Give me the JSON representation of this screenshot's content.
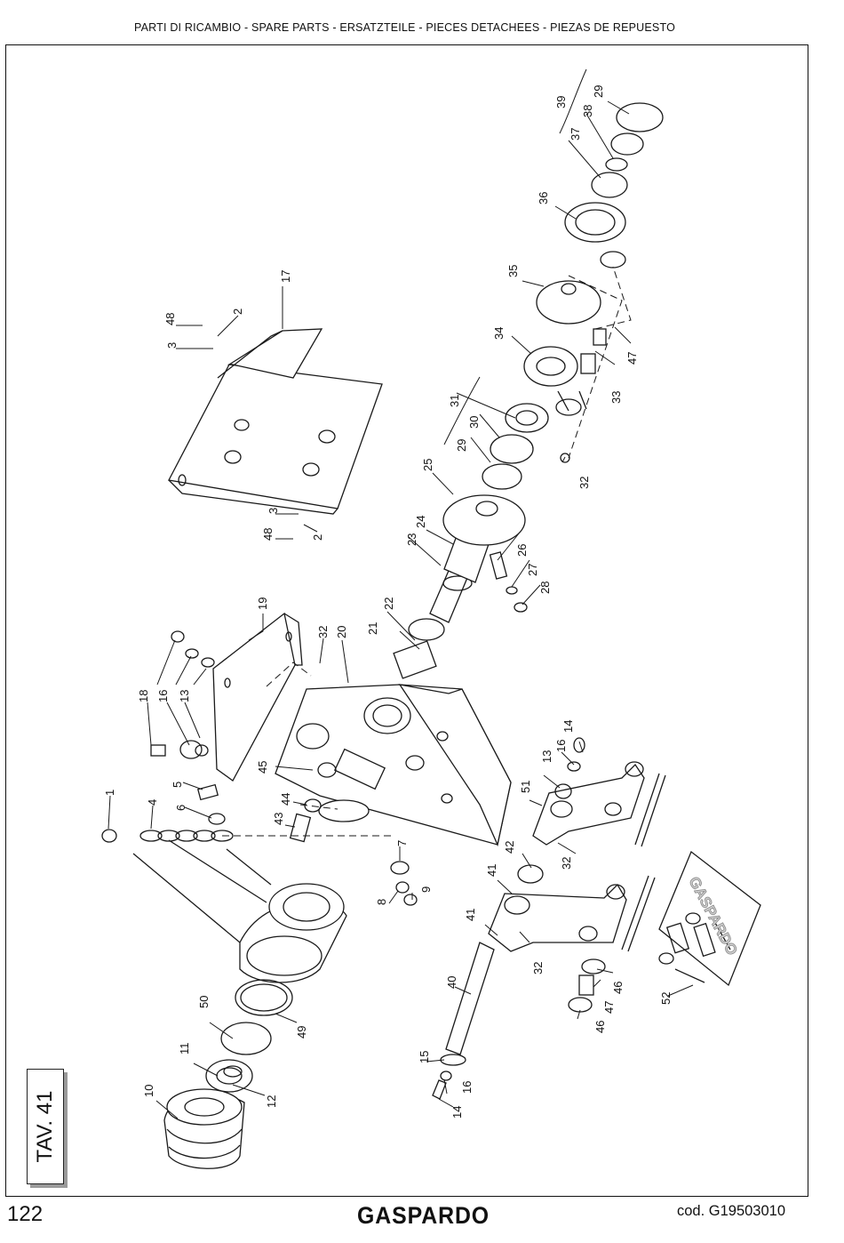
{
  "header": "PARTI DI RICAMBIO - SPARE PARTS - ERSATZTEILE - PIECES DETACHEES - PIEZAS DE REPUESTO",
  "table_label": "TAV. 41",
  "footer": {
    "page_number": "122",
    "brand": "GASPARDO",
    "code": "cod.  G19503010"
  },
  "kit_watermark": "GASPARDO",
  "part_labels": [
    "1",
    "2",
    "3",
    "4",
    "5",
    "6",
    "7",
    "8",
    "9",
    "10",
    "11",
    "12",
    "13",
    "14",
    "15",
    "16",
    "17",
    "18",
    "19",
    "20",
    "21",
    "22",
    "23",
    "24",
    "25",
    "26",
    "27",
    "28",
    "29",
    "30",
    "31",
    "32",
    "33",
    "34",
    "35",
    "36",
    "37",
    "38",
    "39",
    "40",
    "41",
    "42",
    "43",
    "44",
    "45",
    "46",
    "47",
    "48",
    "49",
    "50",
    "51",
    "52"
  ]
}
